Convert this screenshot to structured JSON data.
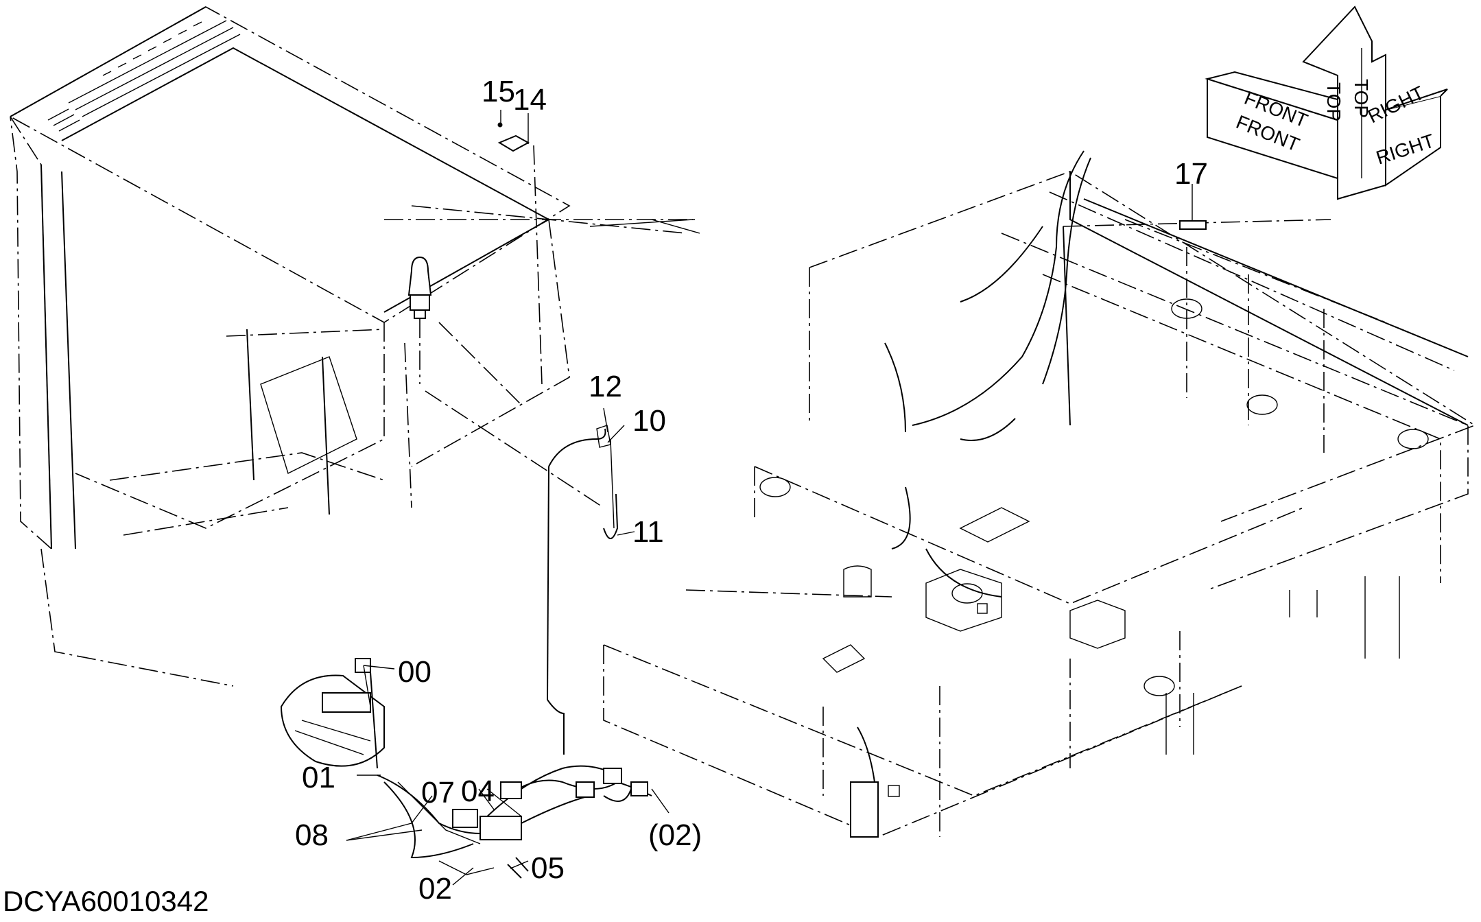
{
  "drawing": {
    "code": "DCYA60010342",
    "orientation": {
      "top": "TOP",
      "front": "FRONT",
      "right": "RIGHT"
    },
    "callouts": [
      {
        "id": "c15",
        "text": "15"
      },
      {
        "id": "c14",
        "text": "14"
      },
      {
        "id": "c12",
        "text": "12"
      },
      {
        "id": "c10",
        "text": "10"
      },
      {
        "id": "c11",
        "text": "11"
      },
      {
        "id": "c17",
        "text": "17"
      },
      {
        "id": "c00",
        "text": "00"
      },
      {
        "id": "c01",
        "text": "01"
      },
      {
        "id": "c07",
        "text": "07"
      },
      {
        "id": "c04",
        "text": "04"
      },
      {
        "id": "c08",
        "text": "08"
      },
      {
        "id": "c02p",
        "text": "(02)"
      },
      {
        "id": "c05",
        "text": "05"
      },
      {
        "id": "c02",
        "text": "02"
      }
    ]
  }
}
